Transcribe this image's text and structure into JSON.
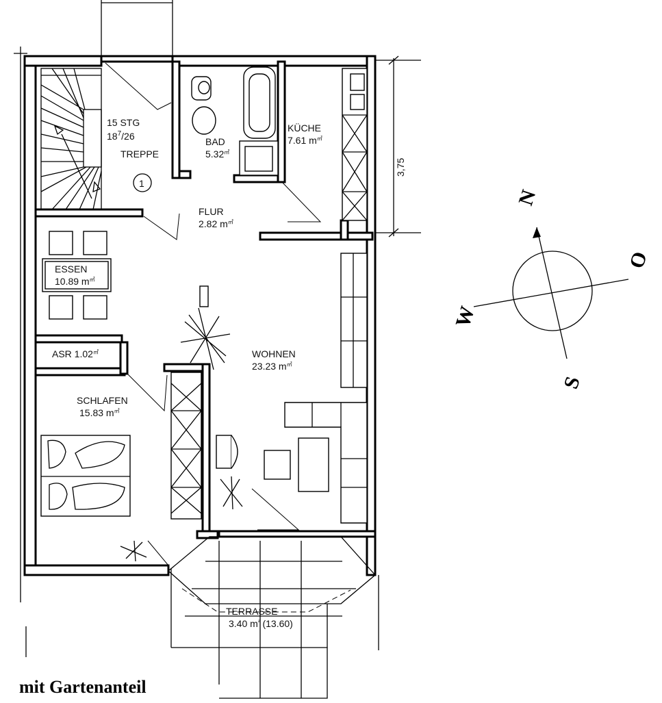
{
  "rooms": {
    "treppe": {
      "steps": "15 STG",
      "rise_num": "18",
      "rise_sup": "7",
      "rise_den": "/26",
      "name": "TREPPE",
      "marker": "1"
    },
    "bad": {
      "name": "BAD",
      "area": "5.32",
      "unit": "㎡"
    },
    "kueche": {
      "name": "KÜCHE",
      "area": "7.61 m",
      "unit": "㎡"
    },
    "flur": {
      "name": "FLUR",
      "area": "2.82 m",
      "unit": "㎡"
    },
    "essen": {
      "name": "ESSEN",
      "area": "10.89 m",
      "unit": "㎡"
    },
    "asr": {
      "name": "ASR 1.02",
      "unit": "㎡"
    },
    "schlafen": {
      "name": "SCHLAFEN",
      "area": "15.83 m",
      "unit": "㎡"
    },
    "wohnen": {
      "name": "WOHNEN",
      "area": "23.23 m",
      "unit": "㎡"
    },
    "terrasse": {
      "name": "TERRASSE",
      "area": "3.40 m",
      "unit": "²",
      "extra": "(13.60)"
    }
  },
  "dimension": {
    "value": "3,75"
  },
  "compass": {
    "north": "N",
    "east": "O",
    "south": "S",
    "west": "W"
  },
  "caption": "mit Gartenanteil"
}
